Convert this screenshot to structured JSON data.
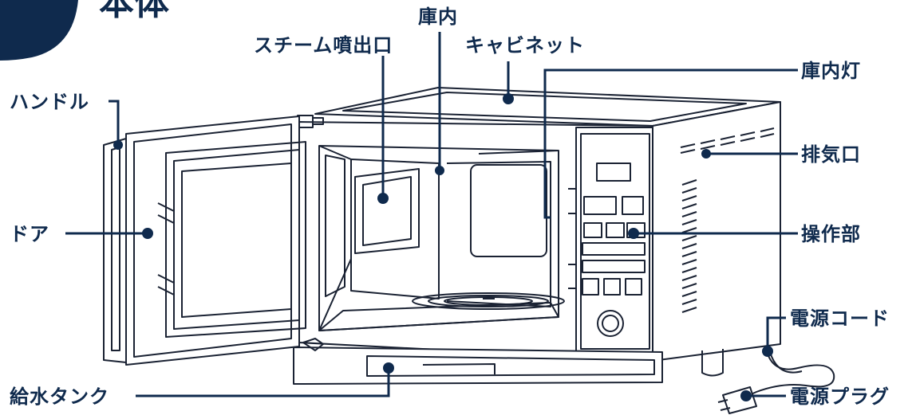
{
  "header": {
    "title_partial": "本体"
  },
  "labels": {
    "handle": "ハンドル",
    "door": "ドア",
    "water_tank": "給水タンク",
    "steam_outlet": "スチーム噴出口",
    "interior": "庫内",
    "cabinet": "キャビネット",
    "interior_light": "庫内灯",
    "exhaust": "排気口",
    "control_panel": "操作部",
    "power_cord": "電源コード",
    "power_plug": "電源プラグ"
  },
  "colors": {
    "accent": "#0f2a4d",
    "line": "#1a2233",
    "fill": "#ffffff"
  }
}
